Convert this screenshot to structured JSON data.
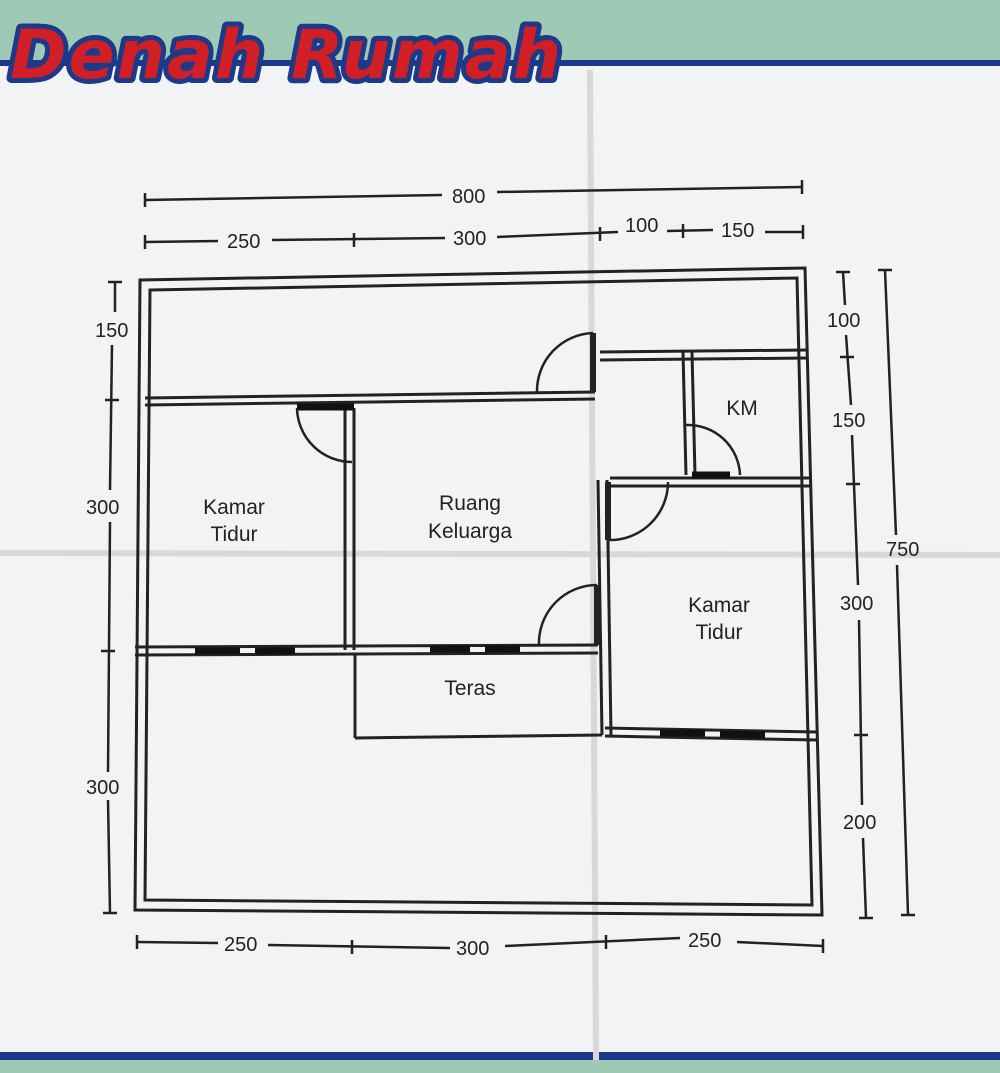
{
  "title": "Denah Rumah",
  "dimensions": {
    "top_total": "800",
    "top_segments": [
      "250",
      "300",
      "100",
      "150"
    ],
    "bottom_segments": [
      "250",
      "300",
      "250"
    ],
    "left_segments": [
      "150",
      "300",
      "300"
    ],
    "right_segments": [
      "100",
      "150",
      "300",
      "200"
    ],
    "right_total": "750"
  },
  "rooms": {
    "kamar_tidur_left": [
      "Kamar",
      "Tidur"
    ],
    "ruang_keluarga": [
      "Ruang",
      "Keluarga"
    ],
    "km": "KM",
    "kamar_tidur_right": [
      "Kamar",
      "Tidur"
    ],
    "teras": "Teras"
  },
  "colors": {
    "title_red": "#d21f26",
    "title_outline": "#1d3a8a",
    "paper": "#f2f3f4",
    "background": "#9ec9b4"
  }
}
